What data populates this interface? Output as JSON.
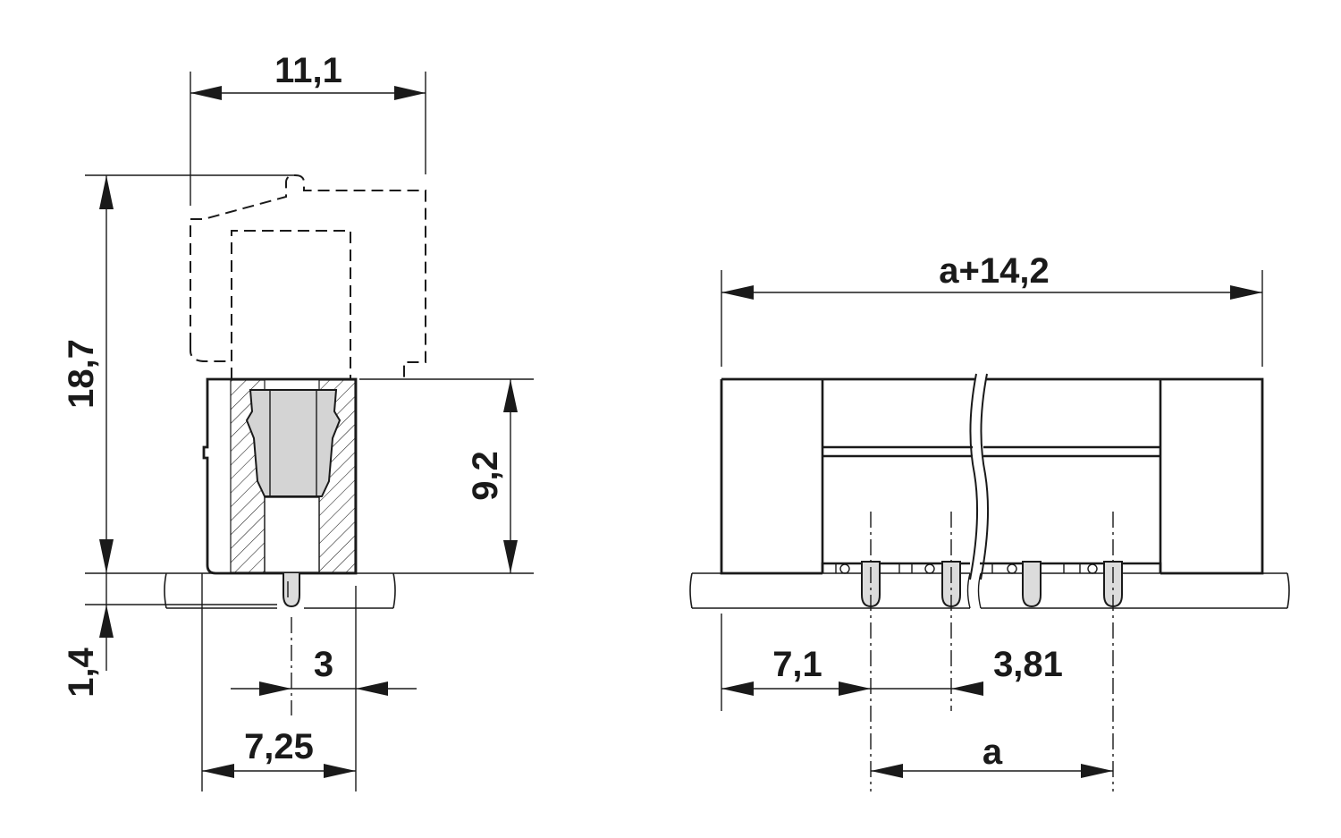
{
  "side_view": {
    "dim_width_total": "11,1",
    "dim_height_total": "18,7",
    "dim_height_housing": "9,2",
    "dim_pin_length": "1,4",
    "dim_pin_offset": "3",
    "dim_base_width": "7,25"
  },
  "front_view": {
    "dim_overall_length": "a+14,2",
    "dim_edge_to_first_pin": "7,1",
    "dim_pin_pitch": "3,81",
    "dim_pin_span": "a"
  }
}
